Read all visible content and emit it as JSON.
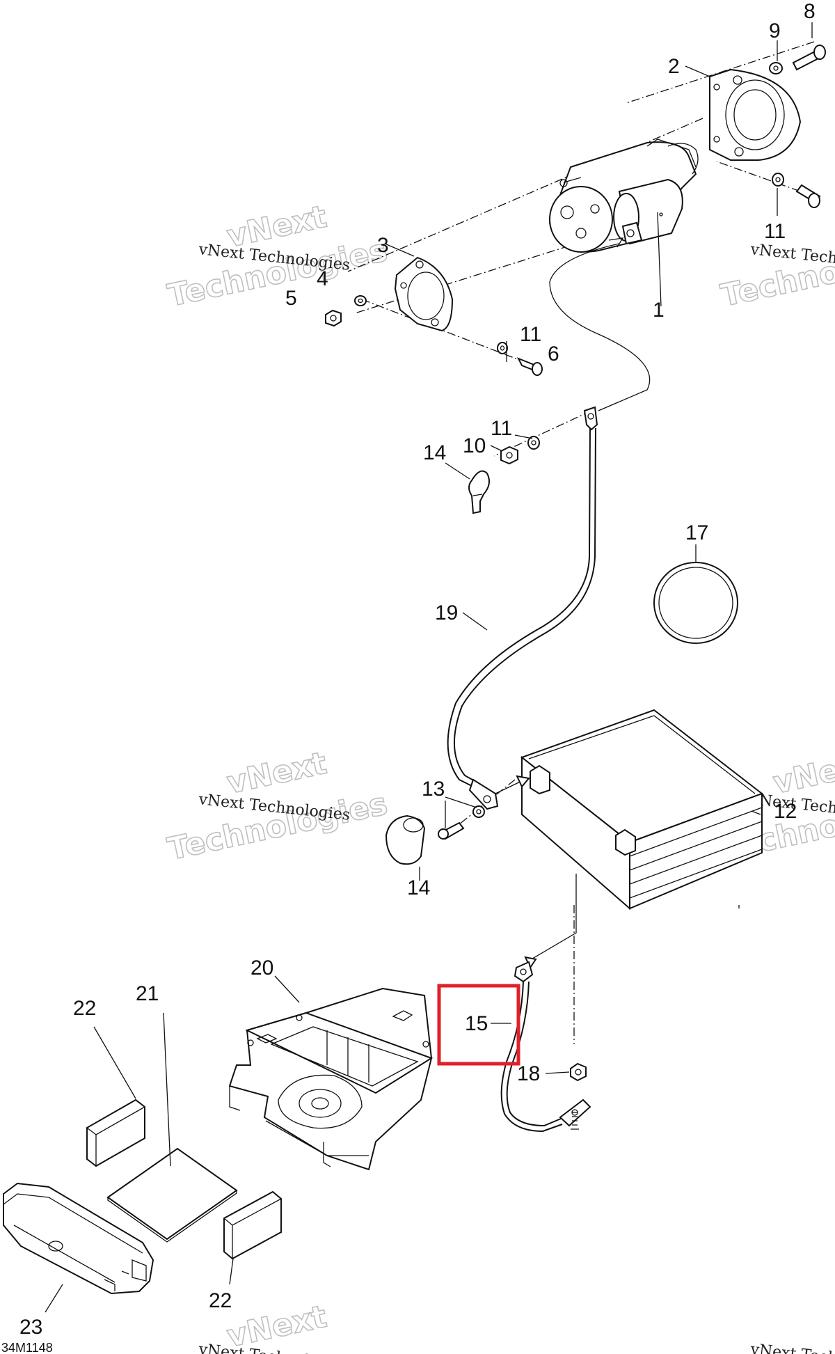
{
  "diagram_ref": "34M1148",
  "watermark": {
    "line1": "vNext Technologies",
    "line2": "vNext",
    "line3": "Technologies"
  },
  "callouts": {
    "c1": "1",
    "c2": "2",
    "c3": "3",
    "c4": "4",
    "c5": "5",
    "c6": "6",
    "c8": "8",
    "c9": "9",
    "c10": "10",
    "c11a": "11",
    "c11b": "11",
    "c11c": "11",
    "c12": "12",
    "c13": "13",
    "c14a": "14",
    "c14b": "14",
    "c15": "15",
    "c17": "17",
    "c18": "18",
    "c19": "19",
    "c20": "20",
    "c21": "21",
    "c22a": "22",
    "c22b": "22",
    "c23": "23"
  },
  "highlight": {
    "callout": "15",
    "color": "#e0202a"
  },
  "colors": {
    "line": "#111111",
    "watermark_outline": "#bfbfbf",
    "highlight": "#e0202a"
  }
}
